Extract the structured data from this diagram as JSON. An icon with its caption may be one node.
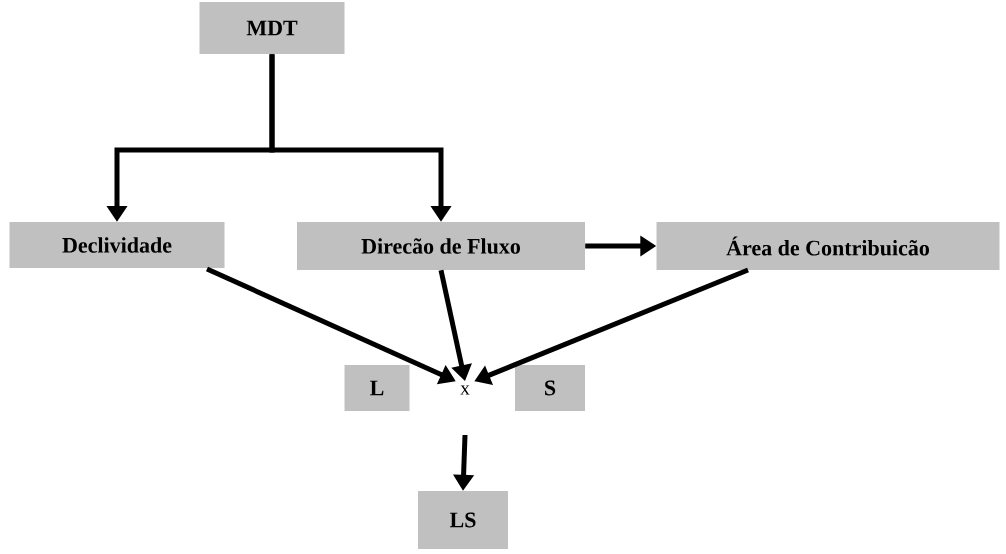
{
  "diagram": {
    "nodes": [
      {
        "text": [
          "MDT"
        ]
      },
      {
        "text": [
          "Declividade"
        ]
      },
      {
        "text": [
          "Direcão de Fluxo"
        ]
      },
      {
        "text": [
          "Área de Contribuicão"
        ]
      },
      {
        "text": [
          "x"
        ]
      },
      {
        "text": [
          "L"
        ]
      },
      {
        "text": [
          "S"
        ]
      },
      {
        "text": [
          "LS"
        ]
      }
    ],
    "edges": [
      {
        "from": 0,
        "to": 1,
        "arrow": "to"
      },
      {
        "from": 0,
        "to": 2,
        "arrow": "to"
      },
      {
        "from": 2,
        "to": 3,
        "arrow": "to"
      },
      {
        "from": 1,
        "to": 4,
        "arrow": "to"
      },
      {
        "from": 2,
        "to": 4,
        "arrow": "to"
      },
      {
        "from": 3,
        "to": 4,
        "arrow": "to"
      },
      {
        "from": 4,
        "to": 7,
        "arrow": "to"
      }
    ]
  }
}
